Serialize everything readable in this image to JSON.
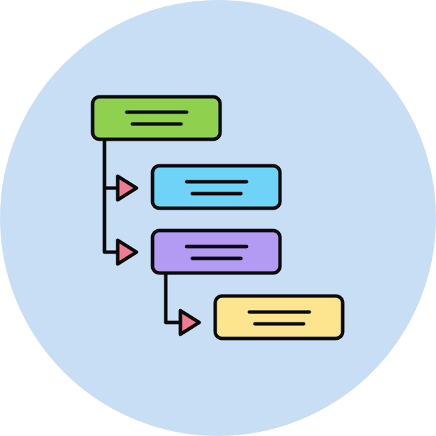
{
  "icon": {
    "name": "hierarchy-tree-icon",
    "colors": {
      "background_circle": "#c7def5",
      "outline": "#0b0b0b",
      "node_green": "#8fd14f",
      "node_blue": "#6fd2f7",
      "node_purple": "#b39af3",
      "node_yellow": "#fde48e",
      "arrow_pink": "#ef7b93"
    },
    "nodes": [
      {
        "name": "root-node",
        "level": 0,
        "color": "green"
      },
      {
        "name": "child-node-1",
        "level": 1,
        "color": "blue"
      },
      {
        "name": "child-node-2",
        "level": 1,
        "color": "purple"
      },
      {
        "name": "grandchild-node",
        "level": 2,
        "color": "yellow"
      }
    ]
  }
}
